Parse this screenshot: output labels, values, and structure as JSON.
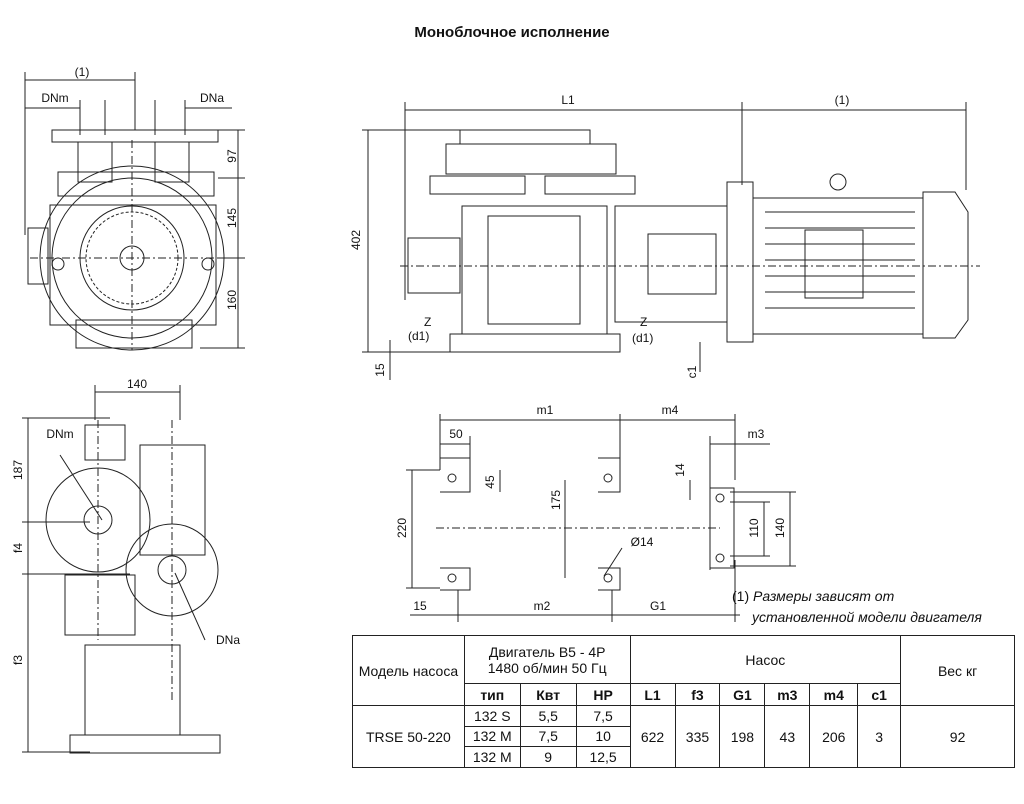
{
  "title": "Моноблочное исполнение",
  "labels": {
    "paren1": "(1)",
    "dnm": "DNm",
    "dna": "DNa",
    "l1": "L1",
    "z": "Z",
    "d1": "(d1)",
    "c1": "c1",
    "f4": "f4",
    "f3": "f3",
    "m1": "m1",
    "m2": "m2",
    "m3": "m3",
    "m4": "m4",
    "g1": "G1",
    "phi14": "Ø14"
  },
  "dims": {
    "d97": "97",
    "d145": "145",
    "d160": "160",
    "d402": "402",
    "d15": "15",
    "d140": "140",
    "d187": "187",
    "d50": "50",
    "d45": "45",
    "d175": "175",
    "d220": "220",
    "d14": "14",
    "d110": "110"
  },
  "note": {
    "num": "(1)",
    "line1": "Размеры зависят от",
    "line2": "установленной модели двигателя"
  },
  "table": {
    "h_model": "Модель насоса",
    "h_motor1": "Двигатель B5 - 4P",
    "h_motor2": "1480 об/мин 50 Гц",
    "h_pump": "Насос",
    "h_weight": "Вес кг",
    "h_type": "тип",
    "h_kw": "Квт",
    "h_hp": "HP",
    "h_l1": "L1",
    "h_f3": "f3",
    "h_g1": "G1",
    "h_m3": "m3",
    "h_m4": "m4",
    "h_c1": "c1",
    "model": "TRSE 50-220",
    "rows": [
      {
        "type": "132 S",
        "kw": "5,5",
        "hp": "7,5"
      },
      {
        "type": "132 M",
        "kw": "7,5",
        "hp": "10"
      },
      {
        "type": "132 M",
        "kw": "9",
        "hp": "12,5"
      }
    ],
    "l1": "622",
    "f3": "335",
    "g1": "198",
    "m3": "43",
    "m4": "206",
    "c1": "3",
    "weight": "92"
  }
}
